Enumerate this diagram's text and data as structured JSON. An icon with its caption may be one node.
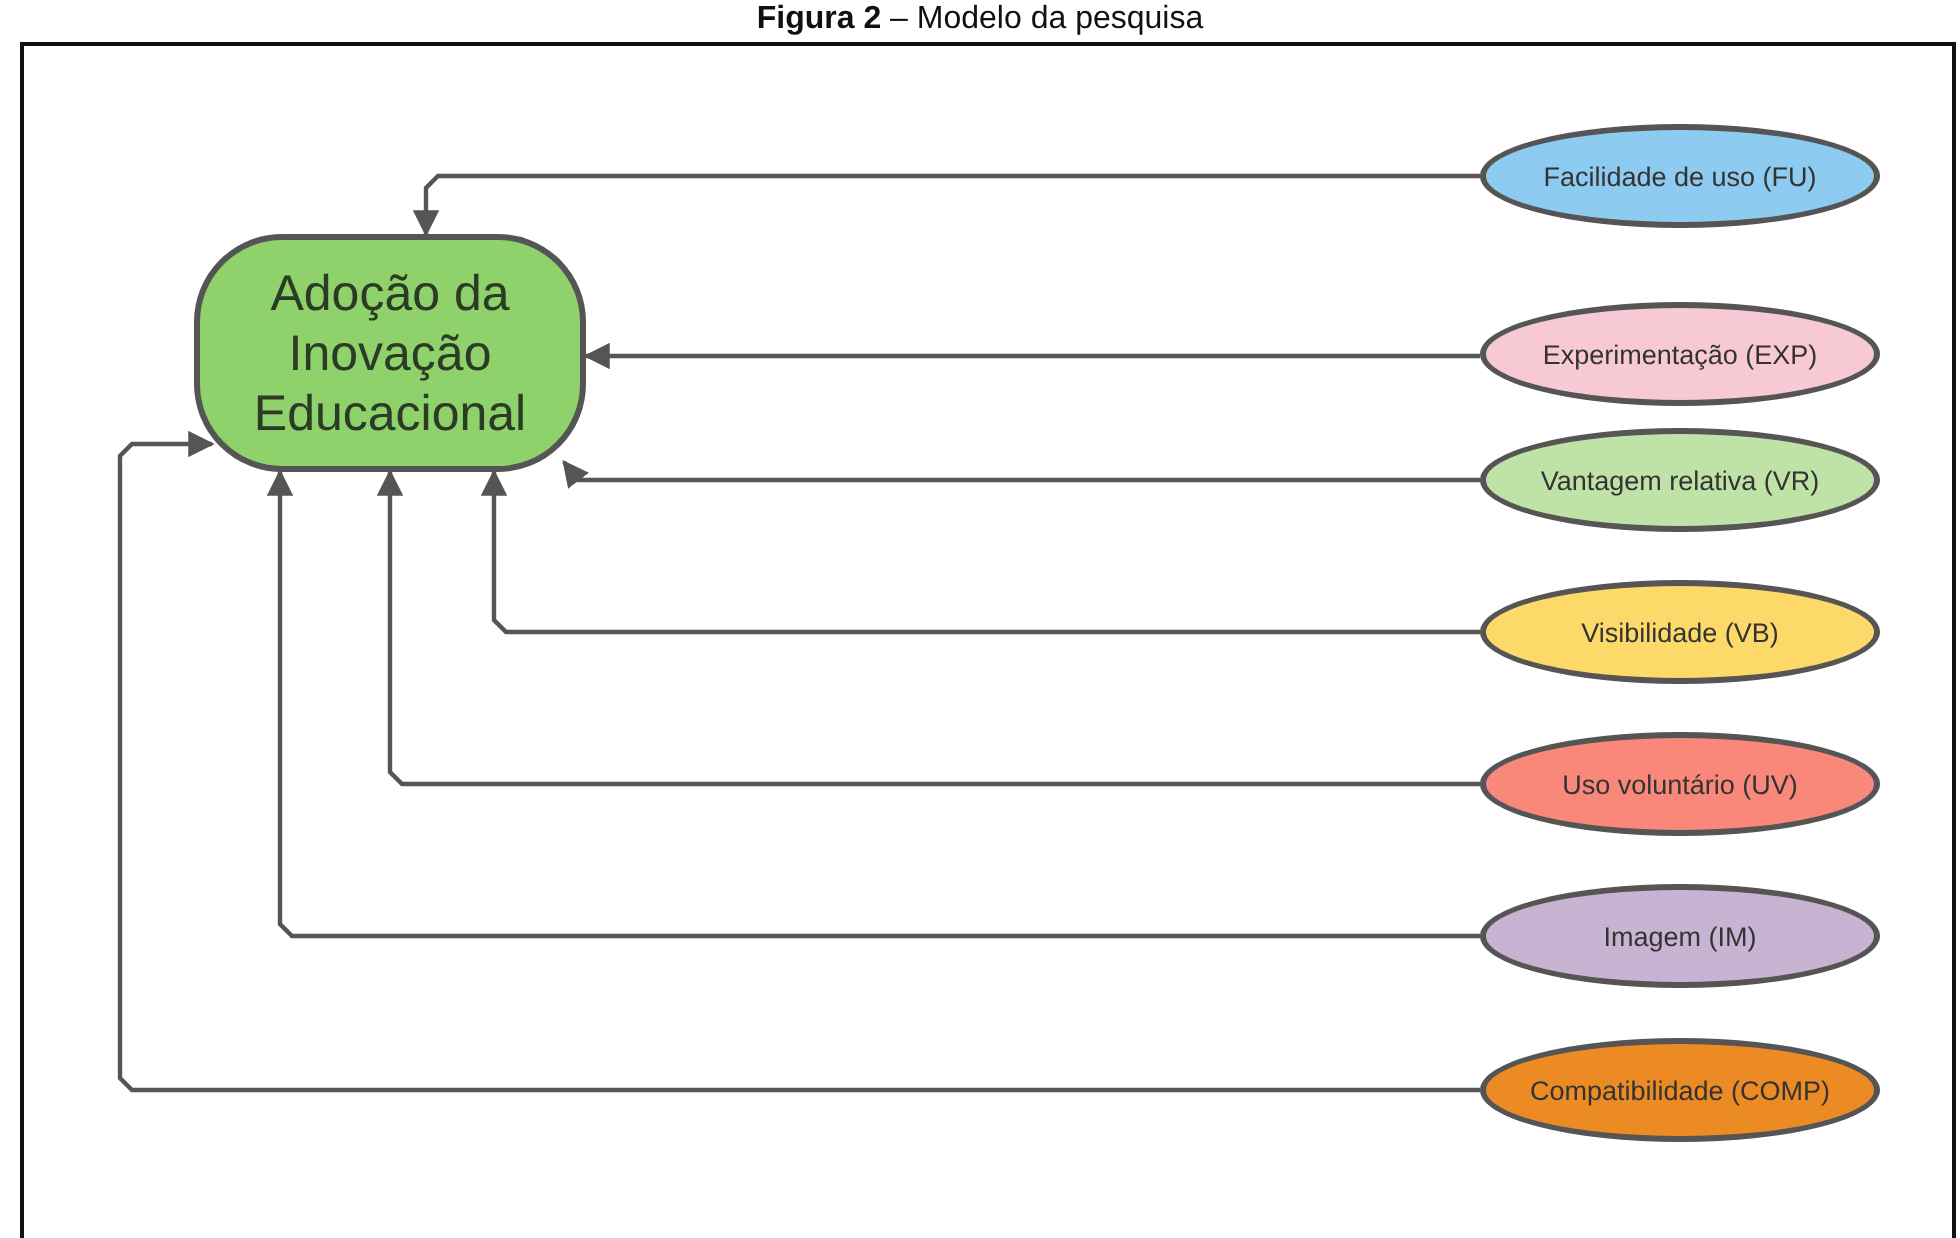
{
  "diagram": {
    "title": "**Figura 2** – Modelo da pesquisa",
    "nodes": [
      {
        "text": [
          "Adoção da Inovação Educacional"
        ]
      },
      {
        "text": [
          "Facilidade de uso (FU)"
        ]
      },
      {
        "text": [
          "Experimentação (EXP)"
        ]
      },
      {
        "text": [
          "Vantagem relativa (VR)"
        ]
      },
      {
        "text": [
          "Visibilidade (VB)"
        ]
      },
      {
        "text": [
          "Uso voluntário (UV)"
        ]
      },
      {
        "text": [
          "Imagem (IM)"
        ]
      },
      {
        "text": [
          "Compatibilidade (COMP)"
        ]
      }
    ],
    "edges": [
      {
        "from": 1,
        "to": 0,
        "arrow": "to"
      },
      {
        "from": 2,
        "to": 0,
        "arrow": "to"
      },
      {
        "from": 3,
        "to": 0,
        "arrow": "to"
      },
      {
        "from": 4,
        "to": 0,
        "arrow": "to"
      },
      {
        "from": 5,
        "to": 0,
        "arrow": "to"
      },
      {
        "from": 6,
        "to": 0,
        "arrow": "to"
      },
      {
        "from": 7,
        "to": 0,
        "arrow": "to"
      }
    ]
  }
}
